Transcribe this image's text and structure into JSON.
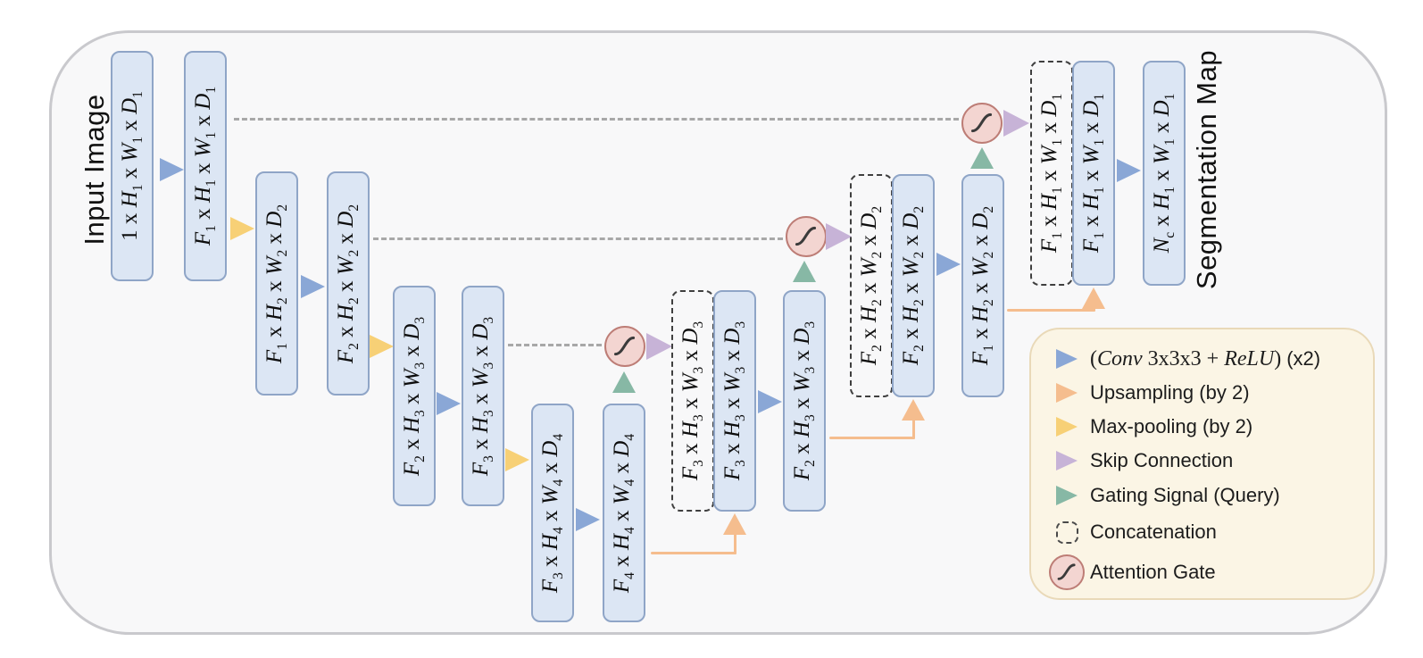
{
  "figure": {
    "input_label": "Input Image",
    "output_label": "Segmentation Map"
  },
  "nodes": {
    "enc1a": "1 x H_1 x W_1 x D_1",
    "enc1b": "F_1 x H_1 x W_1 x D_1",
    "enc2a": "F_1 x H_2 x W_2 x D_2",
    "enc2b": "F_2 x H_2 x W_2 x D_2",
    "enc3a": "F_2 x H_3 x W_3 x D_3",
    "enc3b": "F_3 x H_3 x W_3 x D_3",
    "enc4a": "F_3 x H_4 x W_4 x D_4",
    "enc4b": "F_4 x H_4 x W_4 x D_4",
    "dec3concat": "F_3 x H_3 x W_3 x D_3",
    "dec3a": "F_3 x H_3 x W_3 x D_3",
    "dec3b": "F_2 x H_3 x W_3 x D_3",
    "dec2concat": "F_2 x H_2 x W_2 x D_2",
    "dec2a": "F_2 x H_2 x W_2 x D_2",
    "dec2b": "F_1 x H_2 x W_2 x D_2",
    "dec1concat": "F_1 x H_1 x W_1 x D_1",
    "dec1a": "F_1 x H_1 x W_1 x D_1",
    "out": "N_c x H_1 x W_1 x D_1"
  },
  "legend": {
    "items": [
      {
        "icon": "conv-arrow-icon",
        "label_parts": [
          {
            "t": "(",
            "i": false,
            "f": "serif"
          },
          {
            "t": "Conv",
            "i": true,
            "f": "serif"
          },
          {
            "t": " 3x3x3 + ",
            "i": false,
            "f": "serif"
          },
          {
            "t": "ReLU",
            "i": true,
            "f": "serif"
          },
          {
            "t": ") ",
            "i": false,
            "f": "serif"
          },
          {
            "t": "(x2)",
            "i": false,
            "f": "sans"
          }
        ]
      },
      {
        "icon": "upsample-arrow-icon",
        "label": "Upsampling (by 2)"
      },
      {
        "icon": "maxpool-arrow-icon",
        "label": "Max-pooling (by 2)"
      },
      {
        "icon": "skip-connection-arrow-icon",
        "label": "Skip Connection"
      },
      {
        "icon": "gating-signal-arrow-icon",
        "label": "Gating Signal (Query)"
      },
      {
        "icon": "concatenation-box-icon",
        "label": "Concatenation"
      },
      {
        "icon": "attention-gate-icon",
        "label": "Attention Gate"
      }
    ]
  },
  "colors": {
    "conv": "#8aa7d6",
    "up": "#f5bd8e",
    "pool": "#f7d076",
    "skip": "#c7b3d7",
    "gating": "#87b8a5",
    "gate_fill": "#f3d5d1",
    "gate_border": "#bd7d76",
    "node_fill": "#dce6f4",
    "node_border": "#8fa5c7",
    "dash_line": "#a8a8a8",
    "concat_border": "#3f3f3f",
    "legend_bg": "#fbf5e5",
    "legend_border": "#e9d9b8",
    "canvas_bg": "#f8f8f9",
    "canvas_border": "#c9c9cd"
  }
}
